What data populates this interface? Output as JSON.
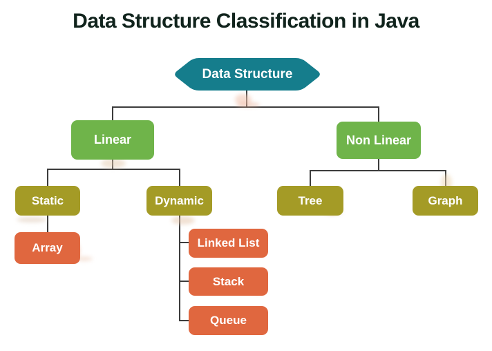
{
  "title": "Data Structure Classification in Java",
  "colors": {
    "root_teal": "#157D8C",
    "level1_green": "#6FB44A",
    "level2_olive": "#A49B26",
    "leaf_orange": "#E0673F",
    "connector_line": "#3C3C3C",
    "title_text": "#10231C",
    "node_text": "#FFFFFF",
    "background": "#FFFFFF"
  },
  "nodes": {
    "data_structure": {
      "label": "Data Structure",
      "color": "#157D8C"
    },
    "linear": {
      "label": "Linear",
      "color": "#6FB44A"
    },
    "non_linear": {
      "label": "Non Linear",
      "color": "#6FB44A"
    },
    "static": {
      "label": "Static",
      "color": "#A49B26"
    },
    "dynamic": {
      "label": "Dynamic",
      "color": "#A49B26"
    },
    "tree": {
      "label": "Tree",
      "color": "#A49B26"
    },
    "graph": {
      "label": "Graph",
      "color": "#A49B26"
    },
    "array": {
      "label": "Array",
      "color": "#E0673F"
    },
    "linked_list": {
      "label": "Linked List",
      "color": "#E0673F"
    },
    "stack": {
      "label": "Stack",
      "color": "#E0673F"
    },
    "queue": {
      "label": "Queue",
      "color": "#E0673F"
    }
  },
  "hierarchy": {
    "Data Structure": {
      "Linear": {
        "Static": [
          "Array"
        ],
        "Dynamic": [
          "Linked List",
          "Stack",
          "Queue"
        ]
      },
      "Non Linear": {
        "Tree": [],
        "Graph": []
      }
    }
  }
}
